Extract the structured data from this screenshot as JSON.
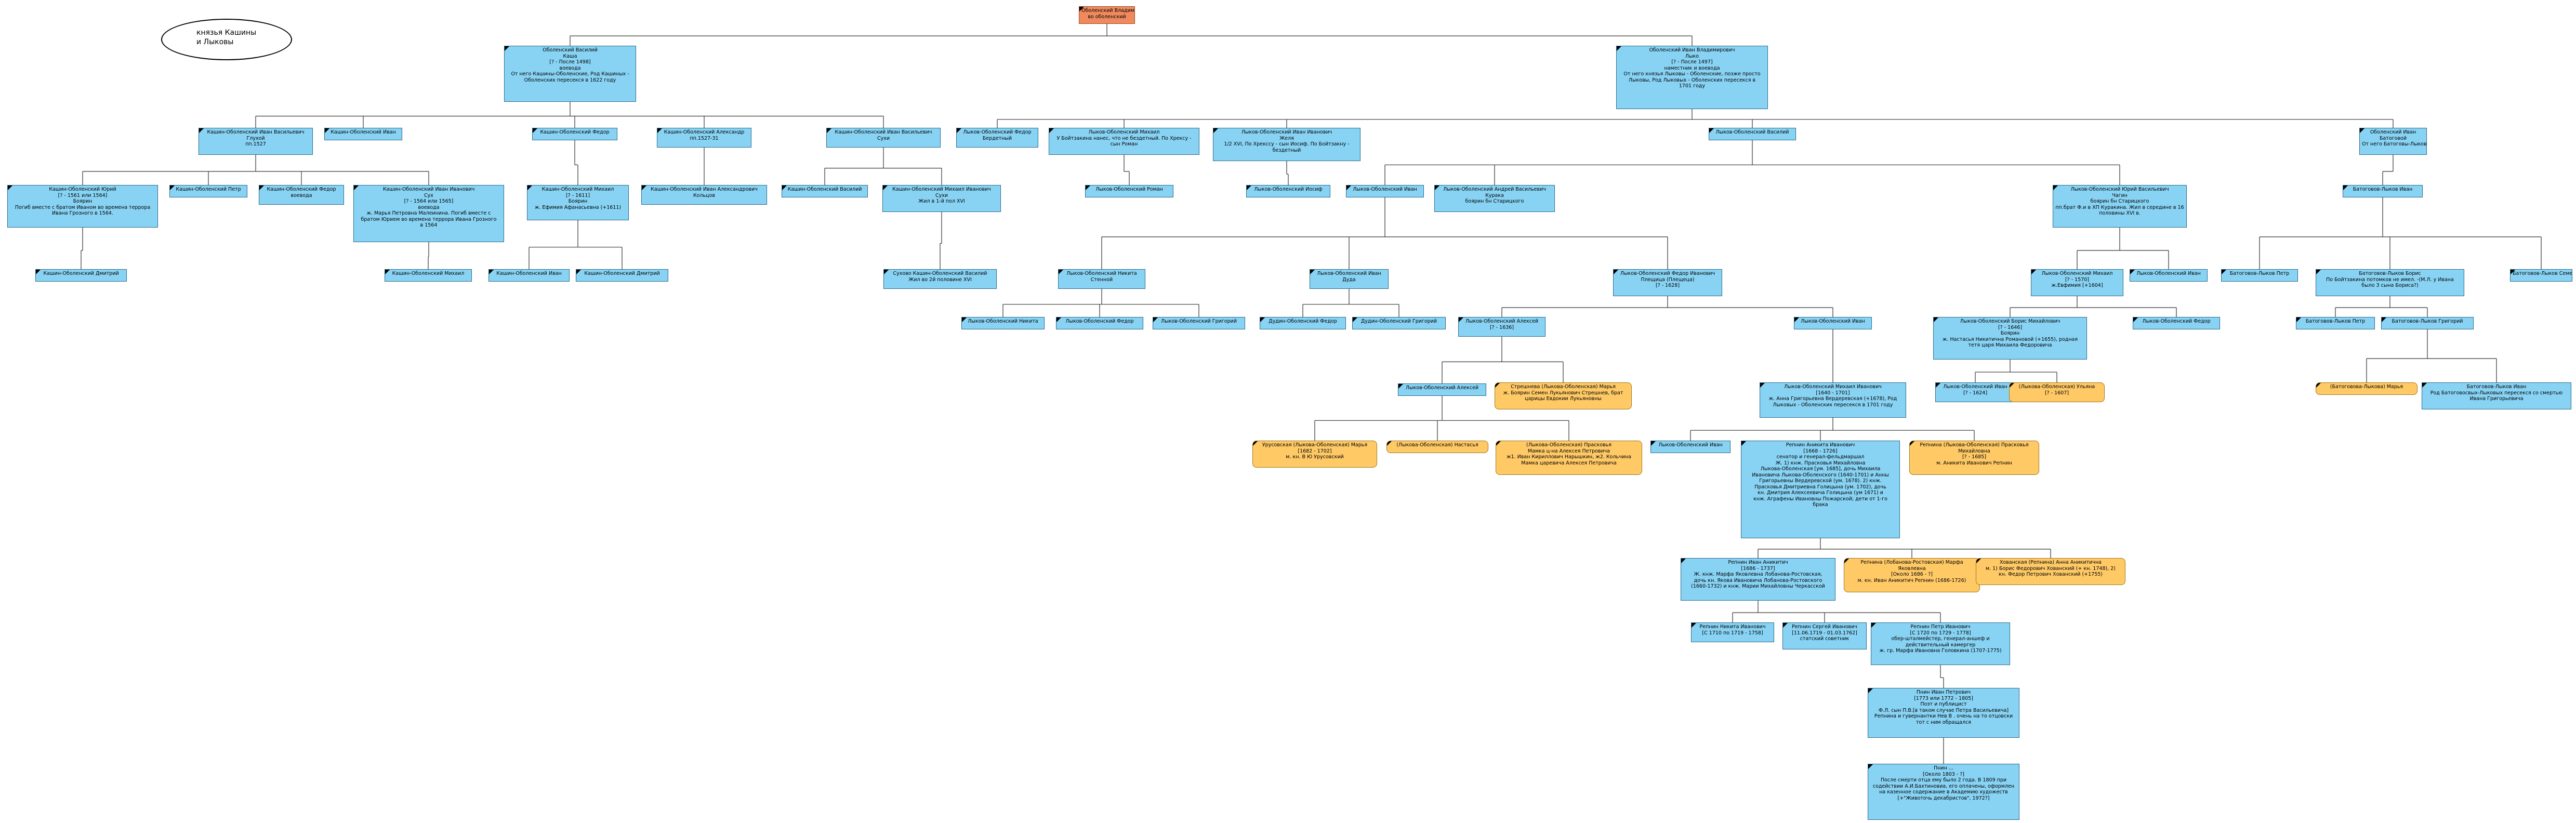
{
  "legend": {
    "line1": "князья Кашины",
    "line2": "и Лыковы"
  },
  "nodes": [
    {
      "id": "root",
      "color": "root",
      "lines": [
        "Оболенский Владимир Иванович",
        "во оболенский"
      ]
    },
    {
      "id": "vas_kasha",
      "color": "blue",
      "lines": [
        "Оболенский Василий",
        "Каша",
        "[? - После 1498]",
        "воевода",
        "От него Кашины-Оболенские, Род Кашиных -",
        "Оболенских пересекся в 1622 году"
      ]
    },
    {
      "id": "ivan_lyko",
      "color": "blue",
      "lines": [
        "Оболенский Иван Владимирович",
        "Лыко",
        "[? - После 1497]",
        "наместник и воевода",
        "От него князья Лыковы - Оболенские, позже просто",
        "Лыковы, Род Лыковых - Оболенских пересекся в",
        "1701 году"
      ]
    },
    {
      "id": "k_ivan_glukhoy",
      "color": "blue",
      "lines": [
        "Кашин-Оболенский Иван Васильевич",
        "Глухой",
        "пп.1527"
      ]
    },
    {
      "id": "k_ivan_a",
      "color": "blue",
      "lines": [
        "Кашин-Оболенский Иван"
      ]
    },
    {
      "id": "k_fedor_a",
      "color": "blue",
      "lines": [
        "Кашин-Оболенский Федор"
      ]
    },
    {
      "id": "k_aleksandr",
      "color": "blue",
      "lines": [
        "Кашин-Оболенский Александр",
        "пп.1527-31"
      ]
    },
    {
      "id": "k_ivan_suhoy",
      "color": "blue",
      "lines": [
        "Кашин-Оболенский Иван Васильевич",
        "Сухи"
      ]
    },
    {
      "id": "l_fedor_berd",
      "color": "blue",
      "lines": [
        "Лыков-Оболенский Федор",
        "Бердетный"
      ]
    },
    {
      "id": "l_mikhail_a",
      "color": "blue",
      "lines": [
        "Лыков-Оболенский Михаил",
        "У Бойтзакина нанес, что не бездетный. По Хрексу -",
        "сын Роман"
      ]
    },
    {
      "id": "l_ivan_zhelya",
      "color": "blue",
      "lines": [
        "Лыков-Оболенский Иван Иванович",
        "Желя",
        "1/2 XVI, По Хрекссу - сын Иосиф. По Бойтзакну -",
        "бездетный"
      ]
    },
    {
      "id": "l_vasiliy",
      "color": "blue",
      "lines": [
        "Лыков-Оболенский Василий"
      ]
    },
    {
      "id": "l_ivan_bat",
      "color": "blue",
      "lines": [
        "Оболенский Иван",
        "Батоговой",
        "От него Батоговы-Лыковы"
      ]
    },
    {
      "id": "k_yuriy",
      "color": "blue",
      "lines": [
        "Кашин-Оболенский Юрий",
        "[? - 1561 или 1564]",
        "Боярин",
        "Погиб вместе с братом Иваном во времена террора",
        "Ивана Грозного в 1564."
      ]
    },
    {
      "id": "k_petr",
      "color": "blue",
      "lines": [
        "Кашин-Оболенский Петр"
      ]
    },
    {
      "id": "k_fedor_b",
      "color": "blue",
      "lines": [
        "Кашин-Оболенский Федор",
        "воевода"
      ]
    },
    {
      "id": "k_ivan_ivanovich",
      "color": "blue",
      "lines": [
        "Кашин-Оболенский Иван Иванович",
        "Сух",
        "[? - 1564 или 1565]",
        "воевода",
        "ж. Марья Петровна Малеинина. Погиб вместе с",
        "братом Юрием во времена террора Ивана Грозного",
        "в 1564"
      ]
    },
    {
      "id": "k_mikhail_boyar",
      "color": "blue",
      "lines": [
        "Кашин-Оболенский Михаил",
        "[? - 1611]",
        "Боярин",
        "ж. Ефимия Афанасьевна (+1611)"
      ]
    },
    {
      "id": "k_ivan_aleks",
      "color": "blue",
      "lines": [
        "Кашин-Оболенский Иван Александрович",
        "Кольцов"
      ]
    },
    {
      "id": "k_vasiliy_b",
      "color": "blue",
      "lines": [
        "Кашин-Оболенский Василий"
      ]
    },
    {
      "id": "k_mikhail_suhoy",
      "color": "blue",
      "lines": [
        "Кашин-Оболенский Михаил Иванович",
        "Сухи",
        "Жил в 1-й пол XVI"
      ]
    },
    {
      "id": "l_roman",
      "color": "blue",
      "lines": [
        "Лыков-Оболенский Роман"
      ]
    },
    {
      "id": "l_iosif",
      "color": "blue",
      "lines": [
        "Лыков-Оболенский Иосиф"
      ]
    },
    {
      "id": "l_ivan_b",
      "color": "blue",
      "lines": [
        "Лыков-Оболенский Иван"
      ]
    },
    {
      "id": "l_andrey_kuraka",
      "color": "blue",
      "lines": [
        "Лыков-Оболенский Андрей Васильевич",
        "Курака",
        "боярин бн Старицкого"
      ]
    },
    {
      "id": "l_yuriy_chagin",
      "color": "blue",
      "lines": [
        "Лыков-Оболенский Юрий Васильевич",
        "Чагин",
        "боярин бн Старицкого",
        "пп.брат Ф.и в ХП Куракина. Жил в середине в 16",
        "половины XVI в."
      ]
    },
    {
      "id": "bat_ivan",
      "color": "blue",
      "lines": [
        "Батоговов-Лыков Иван"
      ]
    },
    {
      "id": "k_dmitriy_a",
      "color": "blue",
      "lines": [
        "Кашин-Оболенский Дмитрий"
      ]
    },
    {
      "id": "k_mikhail_b",
      "color": "blue",
      "lines": [
        "Кашин-Оболенский Михаил"
      ]
    },
    {
      "id": "k_ivan_b",
      "color": "blue",
      "lines": [
        "Кашин-Оболенский Иван"
      ]
    },
    {
      "id": "k_dmitriy_b",
      "color": "blue",
      "lines": [
        "Кашин-Оболенский Дмитрий"
      ]
    },
    {
      "id": "k_vasiliy_shch",
      "color": "blue",
      "lines": [
        "Сухово Кашин-Оболенский Василий",
        "Жил во 2й половине XVI"
      ]
    },
    {
      "id": "l_nikita_sten",
      "color": "blue",
      "lines": [
        "Лыков-Оболенский Никита",
        "Стенной"
      ]
    },
    {
      "id": "l_ivan_duda",
      "color": "blue",
      "lines": [
        "Лыков-Оболенский Иван",
        "Дуда"
      ]
    },
    {
      "id": "l_fedor_pleshch",
      "color": "blue",
      "lines": [
        "Лыков-Оболенский Федор Иванович",
        "Плещица (Плещеца)",
        "[? - 1628]"
      ]
    },
    {
      "id": "l_mikhail_1570",
      "color": "blue",
      "lines": [
        "Лыков-Оболенский Михаил",
        "[? - 1570]",
        "ж.Евфимия [+1604]"
      ]
    },
    {
      "id": "l_ivan_c",
      "color": "blue",
      "lines": [
        "Лыков-Оболенский Иван"
      ]
    },
    {
      "id": "bat_petr",
      "color": "blue",
      "lines": [
        "Батоговов-Лыков Петр"
      ]
    },
    {
      "id": "bat_boris",
      "color": "blue",
      "lines": [
        "Батоговов-Лыков Борис",
        "По Бойтзакина потомков не имел. -(М.Л. у Ивана",
        "было 3 сына Бориса?)"
      ]
    },
    {
      "id": "bat_semen",
      "color": "blue",
      "lines": [
        "Батоговов-Лыков Семен"
      ]
    },
    {
      "id": "l_nikita_b",
      "color": "blue",
      "lines": [
        "Лыков-Оболенский Никита"
      ]
    },
    {
      "id": "l_fedor_b",
      "color": "blue",
      "lines": [
        "Лыков-Оболенский Федор"
      ]
    },
    {
      "id": "l_grigoriy_a",
      "color": "blue",
      "lines": [
        "Лыков-Оболенский Григорий"
      ]
    },
    {
      "id": "d_fedor",
      "color": "blue",
      "lines": [
        "Дудин-Оболенский Федор"
      ]
    },
    {
      "id": "d_grigoriy",
      "color": "blue",
      "lines": [
        "Дудин-Оболенский Григорий"
      ]
    },
    {
      "id": "l_aleksey_1636",
      "color": "blue",
      "lines": [
        "Лыков-Оболенский Алексей",
        "[? - 1636]"
      ]
    },
    {
      "id": "l_ivan_d",
      "color": "blue",
      "lines": [
        "Лыков-Оболенский Иван"
      ]
    },
    {
      "id": "l_boris_mikh",
      "color": "blue",
      "lines": [
        "Лыков-Оболенский Борис Михайлович",
        "[? - 1646]",
        "Боярин",
        "ж. Настасья Никитична Романовой (+1655), родная",
        "тетя царя Михаила Федоровича"
      ]
    },
    {
      "id": "l_fedor_c",
      "color": "blue",
      "lines": [
        "Лыков-Оболенский Федор"
      ]
    },
    {
      "id": "bat_petr_b",
      "color": "blue",
      "lines": [
        "Батоговов-Лыков Петр"
      ]
    },
    {
      "id": "bat_grigoriy",
      "color": "blue",
      "lines": [
        "Батоговов-Лыков Григорий"
      ]
    },
    {
      "id": "l_aleksey_b",
      "color": "blue",
      "lines": [
        "Лыков-Оболенский Алексей"
      ]
    },
    {
      "id": "streshneva",
      "color": "orange",
      "lines": [
        "Стрешнева (Лыкова-Оболенская) Марья",
        "ж. Боярин Семен Лукьянович Стрешнев, брат",
        "царицы Евдокии Лукьяновны"
      ]
    },
    {
      "id": "l_mikhail_1701",
      "color": "blue",
      "lines": [
        "Лыков-Оболенский Михаил Иванович",
        "[1640 - 1701]",
        "ж. Анна Григорьевна Вердеревская (+1678), Род",
        "Лыковых - Оболенских пересекся в 1701 году"
      ]
    },
    {
      "id": "l_ivan_1624",
      "color": "blue",
      "lines": [
        "Лыков-Оболенский Иван",
        "[? - 1624]"
      ]
    },
    {
      "id": "l_ulyana",
      "color": "orange",
      "lines": [
        "(Лыкова-Оболенская) Ульяна",
        "[? - 1607]"
      ]
    },
    {
      "id": "bat_marya",
      "color": "orange",
      "lines": [
        "(Батоговова-Лыкова) Марья"
      ]
    },
    {
      "id": "bat_ivan_b",
      "color": "blue",
      "lines": [
        "Батоговов-Лыков Иван",
        "Род Батоговосвых-Лыковых пересекся со смертью",
        "Ивана Григорьевича"
      ]
    },
    {
      "id": "urusova_marya",
      "color": "orange",
      "lines": [
        "Урусовская (Лыкова-Оболенская) Марья",
        "[1682 - 1702]",
        "м. кн. В Ю Урусовский"
      ]
    },
    {
      "id": "l_nastasya",
      "color": "orange",
      "lines": [
        "(Лыкова-Оболенская) Настасья"
      ]
    },
    {
      "id": "praskovya_a",
      "color": "orange",
      "lines": [
        "(Лыкова-Оболенская) Прасковья",
        "Мамка ц-на Алексея Петровича",
        "ж1. Иван Кириллович Нарышкин, ж2. Кольчина",
        "Мамка царевича Алексея Петровича"
      ]
    },
    {
      "id": "l_ivan_e",
      "color": "blue",
      "lines": [
        "Лыков-Оболенский Иван"
      ]
    },
    {
      "id": "repnin_anikita",
      "color": "blue",
      "lines": [
        "Репнин Аникита Иванович",
        "[1668 - 1726]",
        "сенатор и генерал-фельдмаршал",
        "Ж. 1) кнж. Прасковья Михайловна",
        "Лыкова-Оболенская [ум. 1685], дочь Михаила",
        "Ивановича Лыкова-Оболенского (1640-1701) и Анны",
        "Григорьевны Вердеревской (ум. 1678). 2) кнж.",
        "Прасковья Дмитриевна Голицына (ум. 1702), дочь",
        "кн. Дмитрия Алексеевича Голицына (ум 1671) и",
        "кнж. Аграфены Ивановны Пожарской; дети от 1-го",
        "брака"
      ]
    },
    {
      "id": "repnina_praskovya",
      "color": "orange",
      "lines": [
        "Репнина (Лыкова-Оболенская) Прасковья",
        "Михайловна",
        "[? - 1685]",
        "м. Аникита Иванович Репнин"
      ]
    },
    {
      "id": "repnin_ivan",
      "color": "blue",
      "lines": [
        "Репнин Иван Аникитич",
        "[1686 - 1737]",
        "Ж. кнж. Марфа Яковлевна Лобанова-Ростовская,",
        "дочь кн. Якова Ивановича Лобанова-Ростовского",
        "(1660-1732) и кнж. Марии Михайловны Черкасской"
      ]
    },
    {
      "id": "repnina_marfa",
      "color": "orange",
      "lines": [
        "Репнина (Лобанова-Ростовская) Марфа",
        "Яковлевна",
        "[Около 1686 - ?]",
        "м. кн. Иван Аникитич Репнин (1686-1726)"
      ]
    },
    {
      "id": "khovanskaya",
      "color": "orange",
      "lines": [
        "Хованская (Репнина) Анна Аникитична",
        "м. 1) Борис Федорович Хованский (+ кн. 1748), 2)",
        "кн. Федор Петрович Хованский (+1755)"
      ]
    },
    {
      "id": "repnin_nikita",
      "color": "blue",
      "lines": [
        "Репнин Никита Иванович",
        "[С 1710 по 1719 - 1758]"
      ]
    },
    {
      "id": "repnin_sergey",
      "color": "blue",
      "lines": [
        "Репнин Сергей Иванович",
        "[11.06.1719 - 01.03.1762]",
        "статский советник"
      ]
    },
    {
      "id": "repnin_petr",
      "color": "blue",
      "lines": [
        "Репнин Петр Иванович",
        "[С 1720 по 1729 - 1778]",
        "обер-шталмейстер, генерал-аншеф и",
        "действительный камергер",
        "ж. гр. Марфа Ивановна Головкина (1707-1775)"
      ]
    },
    {
      "id": "pnin_ivan",
      "color": "blue",
      "lines": [
        "Пнин Иван Петрович",
        "[1773 или 1772 - 1805]",
        "Поэт и публицист",
        "Ф.Л. сын П.В.[в таком случае Петра Васильевича]",
        "Репнина и гувернантки Нев В . очень на то отцовски",
        "тот с ним обращался"
      ]
    },
    {
      "id": "pnin_child",
      "color": "blue",
      "lines": [
        "Пнин ...",
        "[Около 1803 - ?]",
        "После смерти отца ему было 2 года. В 1809 при",
        "содействии А.И.Бахтиновиа, его оплачены, оформлен",
        "на казенное содержание в Академию художеств",
        "[+\"Животочь декабристов\", 1972?]"
      ]
    }
  ],
  "edges": [
    [
      "root",
      "vas_kasha"
    ],
    [
      "root",
      "ivan_lyko"
    ],
    [
      "vas_kasha",
      "k_ivan_glukhoy"
    ],
    [
      "vas_kasha",
      "k_ivan_a"
    ],
    [
      "vas_kasha",
      "k_fedor_a"
    ],
    [
      "vas_kasha",
      "k_aleksandr"
    ],
    [
      "vas_kasha",
      "k_ivan_suhoy"
    ],
    [
      "ivan_lyko",
      "l_fedor_berd"
    ],
    [
      "ivan_lyko",
      "l_mikhail_a"
    ],
    [
      "ivan_lyko",
      "l_ivan_zhelya"
    ],
    [
      "ivan_lyko",
      "l_vasiliy"
    ],
    [
      "ivan_lyko",
      "l_ivan_bat"
    ],
    [
      "k_ivan_glukhoy",
      "k_yuriy"
    ],
    [
      "k_ivan_glukhoy",
      "k_petr"
    ],
    [
      "k_ivan_glukhoy",
      "k_fedor_b"
    ],
    [
      "k_ivan_glukhoy",
      "k_ivan_ivanovich"
    ],
    [
      "k_fedor_a",
      "k_mikhail_boyar"
    ],
    [
      "k_aleksandr",
      "k_ivan_aleks"
    ],
    [
      "k_ivan_suhoy",
      "k_vasiliy_b"
    ],
    [
      "k_ivan_suhoy",
      "k_mikhail_suhoy"
    ],
    [
      "l_mikhail_a",
      "l_roman"
    ],
    [
      "l_ivan_zhelya",
      "l_iosif"
    ],
    [
      "l_vasiliy",
      "l_ivan_b"
    ],
    [
      "l_vasiliy",
      "l_andrey_kuraka"
    ],
    [
      "l_vasiliy",
      "l_yuriy_chagin"
    ],
    [
      "l_ivan_bat",
      "bat_ivan"
    ],
    [
      "k_yuriy",
      "k_dmitriy_a"
    ],
    [
      "k_ivan_ivanovich",
      "k_mikhail_b"
    ],
    [
      "k_mikhail_boyar",
      "k_ivan_b"
    ],
    [
      "k_mikhail_boyar",
      "k_dmitriy_b"
    ],
    [
      "k_mikhail_suhoy",
      "k_vasiliy_shch"
    ],
    [
      "l_ivan_b",
      "l_nikita_sten"
    ],
    [
      "l_ivan_b",
      "l_ivan_duda"
    ],
    [
      "l_ivan_b",
      "l_fedor_pleshch"
    ],
    [
      "l_yuriy_chagin",
      "l_mikhail_1570"
    ],
    [
      "l_yuriy_chagin",
      "l_ivan_c"
    ],
    [
      "bat_ivan",
      "bat_petr"
    ],
    [
      "bat_ivan",
      "bat_boris"
    ],
    [
      "bat_ivan",
      "bat_semen"
    ],
    [
      "l_nikita_sten",
      "l_nikita_b"
    ],
    [
      "l_nikita_sten",
      "l_fedor_b"
    ],
    [
      "l_nikita_sten",
      "l_grigoriy_a"
    ],
    [
      "l_ivan_duda",
      "d_fedor"
    ],
    [
      "l_ivan_duda",
      "d_grigoriy"
    ],
    [
      "l_fedor_pleshch",
      "l_aleksey_1636"
    ],
    [
      "l_fedor_pleshch",
      "l_ivan_d"
    ],
    [
      "l_mikhail_1570",
      "l_boris_mikh"
    ],
    [
      "l_mikhail_1570",
      "l_fedor_c"
    ],
    [
      "bat_boris",
      "bat_petr_b"
    ],
    [
      "bat_boris",
      "bat_grigoriy"
    ],
    [
      "l_aleksey_1636",
      "l_aleksey_b"
    ],
    [
      "l_aleksey_1636",
      "streshneva"
    ],
    [
      "l_ivan_d",
      "l_mikhail_1701"
    ],
    [
      "l_boris_mikh",
      "l_ivan_1624"
    ],
    [
      "l_boris_mikh",
      "l_ulyana"
    ],
    [
      "bat_grigoriy",
      "bat_marya"
    ],
    [
      "bat_grigoriy",
      "bat_ivan_b"
    ],
    [
      "l_aleksey_b",
      "urusova_marya"
    ],
    [
      "l_aleksey_b",
      "l_nastasya"
    ],
    [
      "l_aleksey_b",
      "praskovya_a"
    ],
    [
      "l_mikhail_1701",
      "l_ivan_e"
    ],
    [
      "l_mikhail_1701",
      "repnin_anikita"
    ],
    [
      "l_mikhail_1701",
      "repnina_praskovya"
    ],
    [
      "repnin_anikita",
      "repnin_ivan"
    ],
    [
      "repnin_anikita",
      "repnina_marfa"
    ],
    [
      "repnin_anikita",
      "khovanskaya"
    ],
    [
      "repnin_ivan",
      "repnin_nikita"
    ],
    [
      "repnin_ivan",
      "repnin_sergey"
    ],
    [
      "repnin_ivan",
      "repnin_petr"
    ],
    [
      "repnin_petr",
      "pnin_ivan"
    ],
    [
      "pnin_ivan",
      "pnin_child"
    ]
  ]
}
